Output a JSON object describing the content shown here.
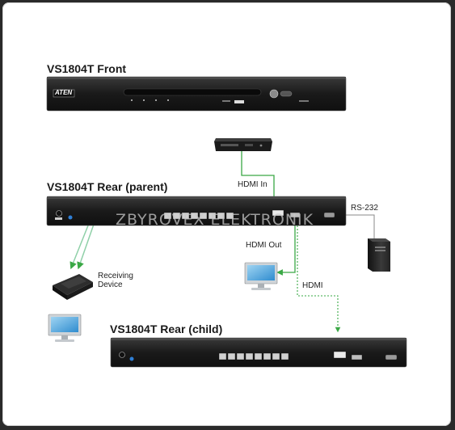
{
  "titles": {
    "front": "VS1804T Front",
    "rear_parent": "VS1804T Rear (parent)",
    "rear_child": "VS1804T Rear (child)"
  },
  "labels": {
    "hdmi_in": "HDMI In",
    "hdmi_out": "HDMI Out",
    "rs232": "RS-232",
    "hdmi": "HDMI",
    "receiving_device_line1": "Receiving",
    "receiving_device_line2": "Device"
  },
  "device": {
    "brand": "ATEN"
  },
  "watermark": "ZBYROVEX ELEKTRONIK",
  "colors": {
    "hdmi_in_line": "#3aa845",
    "hdmi_out_line": "#3aa845",
    "rs232_line": "#888888",
    "child_hdmi_line": "#3aa845",
    "receiver_lines": "#8fd0a8",
    "device_body": "#1c1c1c"
  }
}
